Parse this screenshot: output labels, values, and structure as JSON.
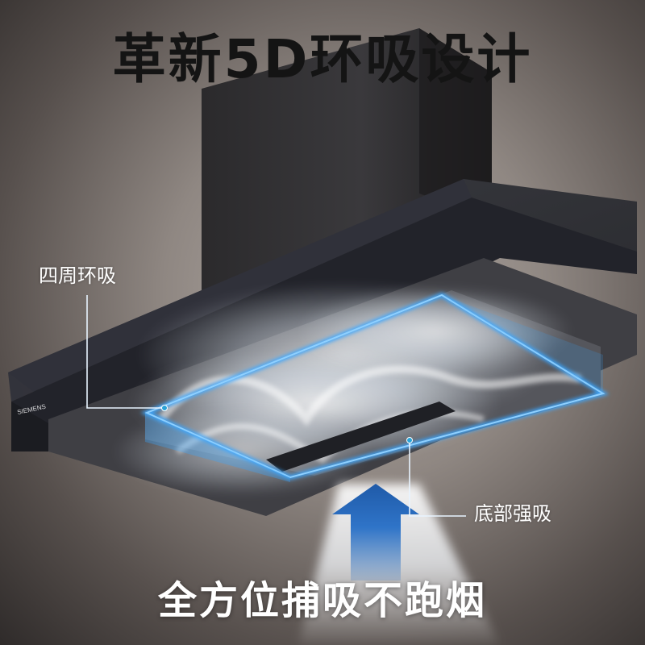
{
  "headline": "革新5D环吸设计",
  "brand_logo_text": "SIEMENS",
  "callouts": {
    "perimeter_suction": "四周环吸",
    "bottom_suction": "底部强吸"
  },
  "bottom_caption": "全方位捕吸不跑烟",
  "colors": {
    "headline": "#141414",
    "callout_text": "#ffffff",
    "glow_blue": "#3aa6ff",
    "arrow_blue": "#2b6fc0",
    "leader_line": "#e8f4ff"
  }
}
